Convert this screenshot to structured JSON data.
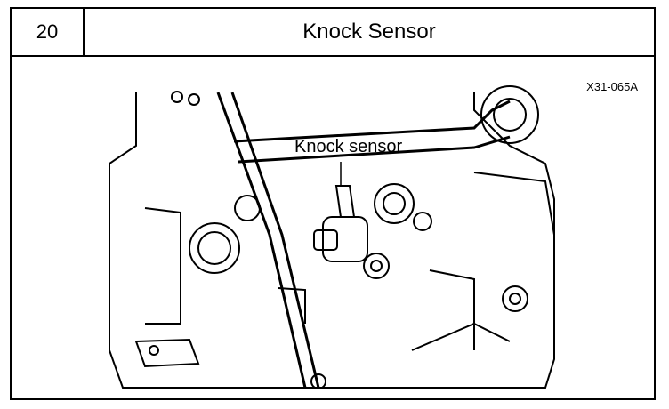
{
  "header": {
    "step_number": "20",
    "title": "Knock Sensor"
  },
  "figure": {
    "figure_id": "X31-065A",
    "callout_label": "Knock sensor",
    "icon": "engine-block-line-drawing"
  }
}
